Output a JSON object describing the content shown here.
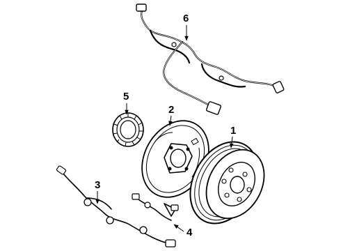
{
  "callouts": {
    "drum": "1",
    "backing_plate": "2",
    "sensor_harness": "3",
    "sensor_lead": "4",
    "tone_ring": "5",
    "main_harness": "6"
  }
}
